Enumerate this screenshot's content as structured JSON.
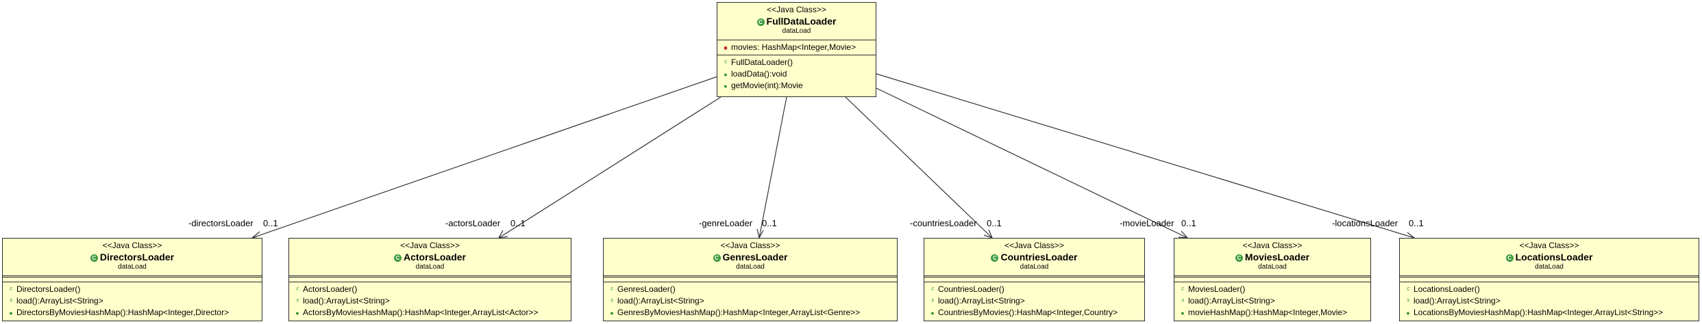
{
  "main": {
    "stereotype": "<<Java Class>>",
    "name": "FullDataLoader",
    "package": "dataLoad",
    "field": "movies: HashMap<Integer,Movie>",
    "methods": [
      "FullDataLoader()",
      "loadData():void",
      "getMovie(int):Movie"
    ]
  },
  "loaders": [
    {
      "stereotype": "<<Java Class>>",
      "name": "DirectorsLoader",
      "package": "dataLoad",
      "methods": [
        "DirectorsLoader()",
        "load():ArrayList<String>",
        "DirectorsByMoviesHashMap():HashMap<Integer,Director>"
      ],
      "role": "-directorsLoader",
      "multiplicity": "0..1"
    },
    {
      "stereotype": "<<Java Class>>",
      "name": "ActorsLoader",
      "package": "dataLoad",
      "methods": [
        "ActorsLoader()",
        "load():ArrayList<String>",
        "ActorsByMoviesHashMap():HashMap<Integer,ArrayList<Actor>>"
      ],
      "role": "-actorsLoader",
      "multiplicity": "0..1"
    },
    {
      "stereotype": "<<Java Class>>",
      "name": "GenresLoader",
      "package": "dataLoad",
      "methods": [
        "GenresLoader()",
        "load():ArrayList<String>",
        "GenresByMoviesHashMap():HashMap<Integer,ArrayList<Genre>>"
      ],
      "role": "-genreLoader",
      "multiplicity": "0..1"
    },
    {
      "stereotype": "<<Java Class>>",
      "name": "CountriesLoader",
      "package": "dataLoad",
      "methods": [
        "CountriesLoader()",
        "load():ArrayList<String>",
        "CountriesByMovies():HashMap<Integer,Country>"
      ],
      "role": "-countriesLoader",
      "multiplicity": "0..1"
    },
    {
      "stereotype": "<<Java Class>>",
      "name": "MoviesLoader",
      "package": "dataLoad",
      "methods": [
        "MoviesLoader()",
        "load():ArrayList<String>",
        "movieHashMap():HashMap<Integer,Movie>"
      ],
      "role": "-movieLoader",
      "multiplicity": "0..1"
    },
    {
      "stereotype": "<<Java Class>>",
      "name": "LocationsLoader",
      "package": "dataLoad",
      "methods": [
        "LocationsLoader()",
        "load():ArrayList<String>",
        "LocationsByMoviesHashMap():HashMap<Integer,ArrayList<String>>"
      ],
      "role": "-locationsLoader",
      "multiplicity": "0..1"
    }
  ],
  "colors": {
    "class_fill": "#ffffcc",
    "border": "#2b2b2b",
    "class_icon": "#3c9a3c"
  }
}
